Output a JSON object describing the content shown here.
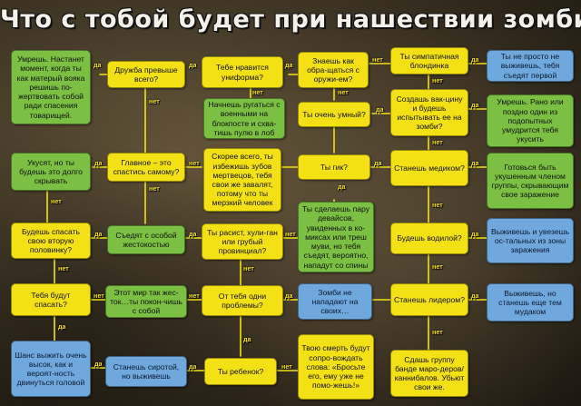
{
  "title": "Что с тобой будет при нашествии зомби",
  "edge_labels": {
    "yes": "да",
    "no": "нет"
  },
  "colors": {
    "question": "#f3e116",
    "death": "#7bc043",
    "survival": "#6fa8dc"
  },
  "nodes": {
    "die_mother": "Умрешь. Настанет момент, когда ты как матерый вояка решишь по-жертвовать собой ради спасения товарищей.",
    "friendship": "Дружба превыше всего?",
    "like_uniform": "Тебе нравится униформа?",
    "know_weapons": "Знаешь как обра-щаться с оружи-ем?",
    "cute_blonde": "Ты симпатичная блондинка",
    "not_survive_first": "Ты не просто не выживешь, тебя съедят первой",
    "start_swearing": "Начнешь ругаться с военными на блокпосте и схва-тишь пулю в лоб",
    "very_smart": "Ты очень умный?",
    "create_vaccine": "Создашь вак-цину и будешь испытывать ее на зомби?",
    "die_early": "Умрешь. Рано или поздно один из подопытных умудрится тебя укусить",
    "bitten_long": "Укусят, но ты будешь это долго скрывать",
    "main_survive": "Главное – это спастись самому?",
    "likely_avoid": "Скорее всего, ты избежишь зубов мертвецов, тебя свои же завалят, потому что ты мерзкий человек",
    "are_you_geek": "Ты гик?",
    "become_medic": "Станешь медиком?",
    "get_ready_bitten": "Готовься быть укушенным членом группы, скрывающим свое заражение",
    "will_save_half": "Будешь спасать свою вторую половинку?",
    "eaten_cruelty": "Съедят с особой жестокостью",
    "racist": "Ты расист, хули-ган или грубый провинциал?",
    "gadgets_geek": "Ты сделаешь пару девайсов, увиденных в ко-миксах или треш муви, но тебя съедят, вероятно, нападут со спины",
    "be_driver": "Будешь водилой?",
    "survive_leave": "Выживешь и увезешь ос-тальных из зоны заражения",
    "save_you": "Тебя будут спасать?",
    "world_cruel": "Этот мир так жес-ток…ты покон-чишь с собой",
    "problems": "От тебя одни проблемы?",
    "zombies_wont": "Зомби не нападают на своих…",
    "become_leader": "Станешь лидером?",
    "survive_not_mad": "Выживешь, но станешь еще тем мудаком",
    "survival_chance": "Шанс выжить очень высок, как и вероят-ность двинуться головой",
    "become_orphan": "Станешь сиротой, но выживешь",
    "are_you_child": "Ты ребенок?",
    "death_words": "Твою смерть будут сопро-вождать слова: «Бросьте его, ему уже не помо-жешь!»",
    "hand_cannibals": "Сдашь группу банде маро-деров/каннибалов. Убьют свои же."
  }
}
